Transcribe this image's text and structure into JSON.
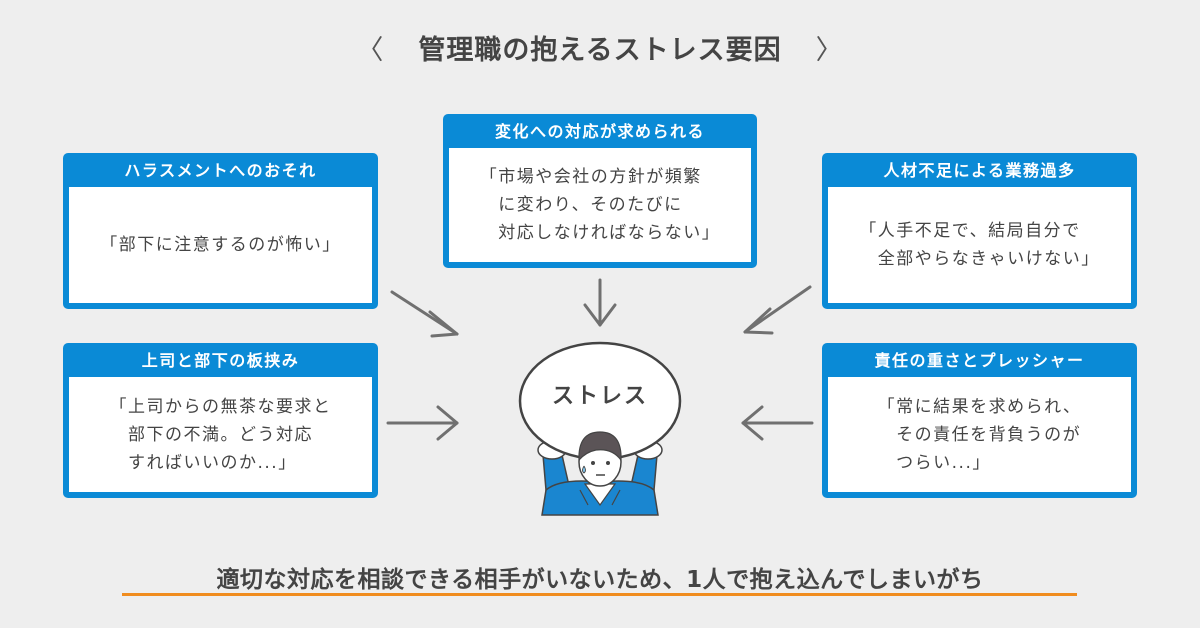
{
  "header": {
    "title": "管理職の抱えるストレス要因",
    "left_bracket": "〈",
    "right_bracket": "〉"
  },
  "cards": {
    "harassment": {
      "title": "ハラスメントへのおそれ",
      "quote": "「部下に注意するのが怖い」"
    },
    "change": {
      "title": "変化への対応が求められる",
      "quote": "「市場や会社の方針が頻繁\n　に変わり、そのたびに\n　対応しなければならない」"
    },
    "staff": {
      "title": "人材不足による業務過多",
      "quote": "「人手不足で、結局自分で\n　全部やらなきゃいけない」"
    },
    "between": {
      "title": "上司と部下の板挟み",
      "quote": "「上司からの無茶な要求と\n　部下の不満。どう対応\n　すればいいのか...」"
    },
    "responsibility": {
      "title": "責任の重さとプレッシャー",
      "quote": "「常に結果を求められ、\n　その責任を背負うのが\n　つらい...」"
    }
  },
  "center": {
    "label": "ストレス",
    "figure_icon": "person-holding-stress-icon"
  },
  "footer": {
    "text": "適切な対応を相談できる相手がいないため、1人で抱え込んでしまいがち"
  },
  "colors": {
    "background": "#eeeeee",
    "card_accent": "#0a8ad6",
    "text": "#444444",
    "arrow": "#707070",
    "underline": "#f08c1e",
    "shirt": "#1a86d0",
    "hair": "#5b5457"
  }
}
